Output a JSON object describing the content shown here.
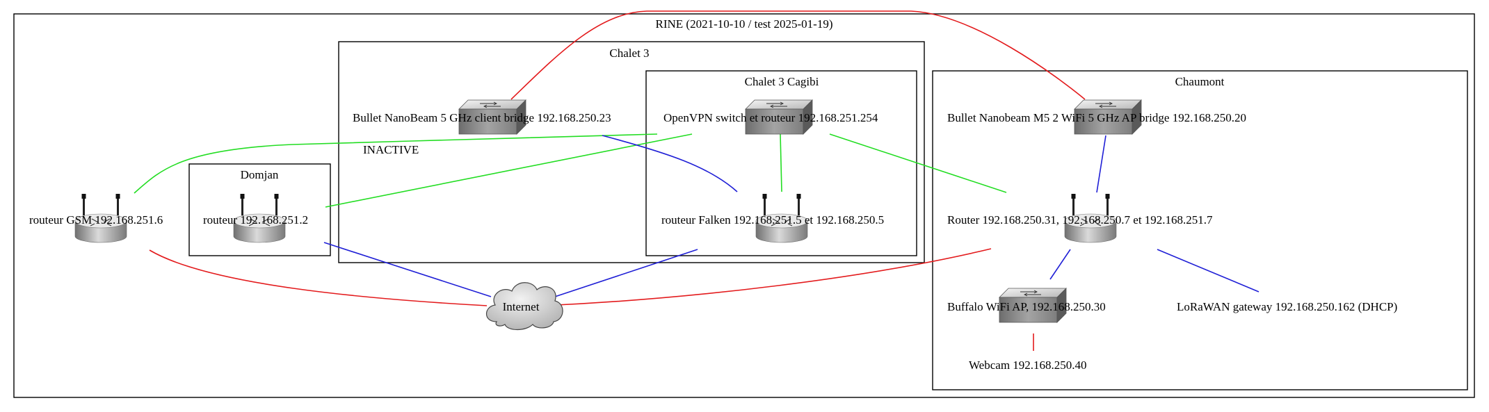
{
  "diagram": {
    "title": "RINE (2021-10-10 / test 2025-01-19)",
    "clusters": {
      "chalet3": {
        "label": "Chalet 3",
        "note": "INACTIVE"
      },
      "cagibi": {
        "label": "Chalet 3 Cagibi"
      },
      "domjan": {
        "label": "Domjan"
      },
      "chaumont": {
        "label": "Chaumont"
      }
    },
    "nodes": {
      "bullet_c3": {
        "label": "Bullet NanoBeam 5 GHz client bridge 192.168.250.23",
        "icon": "switch-icon"
      },
      "openvpn": {
        "label": "OpenVPN switch et routeur 192.168.251.254",
        "icon": "switch-icon"
      },
      "falken": {
        "label": "routeur Falken 192.168.251.5 et 192.168.250.5",
        "icon": "router-icon"
      },
      "gsm": {
        "label": "routeur GSM 192.168.251.6",
        "icon": "router-icon"
      },
      "domjan_router": {
        "label": "routeur 192.168.251.2",
        "icon": "router-icon"
      },
      "internet": {
        "label": "Internet",
        "icon": "cloud-icon"
      },
      "bullet_ch": {
        "label": "Bullet Nanobeam M5 2 WiFi 5 GHz AP bridge 192.168.250.20",
        "icon": "switch-icon"
      },
      "router_ch": {
        "label": "Router 192.168.250.31, 192.168.250.7 et 192.168.251.7",
        "icon": "router-icon"
      },
      "buffalo": {
        "label": "Buffalo WiFi AP, 192.168.250.30",
        "icon": "switch-icon"
      },
      "lora": {
        "label": "LoRaWAN gateway 192.168.250.162 (DHCP)"
      },
      "webcam": {
        "label": "Webcam 192.168.250.40"
      }
    },
    "edges": [
      {
        "from": "bullet_c3",
        "to": "bullet_ch",
        "color": "#e31a1c"
      },
      {
        "from": "gsm",
        "to": "internet",
        "color": "#e31a1c"
      },
      {
        "from": "router_ch",
        "to": "internet",
        "color": "#e31a1c"
      },
      {
        "from": "buffalo",
        "to": "webcam",
        "color": "#e31a1c"
      },
      {
        "from": "gsm",
        "to": "openvpn",
        "color": "#22dd22"
      },
      {
        "from": "domjan_router",
        "to": "openvpn",
        "color": "#22dd22"
      },
      {
        "from": "openvpn",
        "to": "falken",
        "color": "#22dd22"
      },
      {
        "from": "openvpn",
        "to": "router_ch",
        "color": "#22dd22"
      },
      {
        "from": "bullet_c3",
        "to": "falken",
        "color": "#1f1fd6"
      },
      {
        "from": "domjan_router",
        "to": "internet",
        "color": "#1f1fd6"
      },
      {
        "from": "falken",
        "to": "internet",
        "color": "#1f1fd6"
      },
      {
        "from": "bullet_ch",
        "to": "router_ch",
        "color": "#1f1fd6"
      },
      {
        "from": "router_ch",
        "to": "buffalo",
        "color": "#1f1fd6"
      },
      {
        "from": "router_ch",
        "to": "lora",
        "color": "#1f1fd6"
      }
    ]
  }
}
